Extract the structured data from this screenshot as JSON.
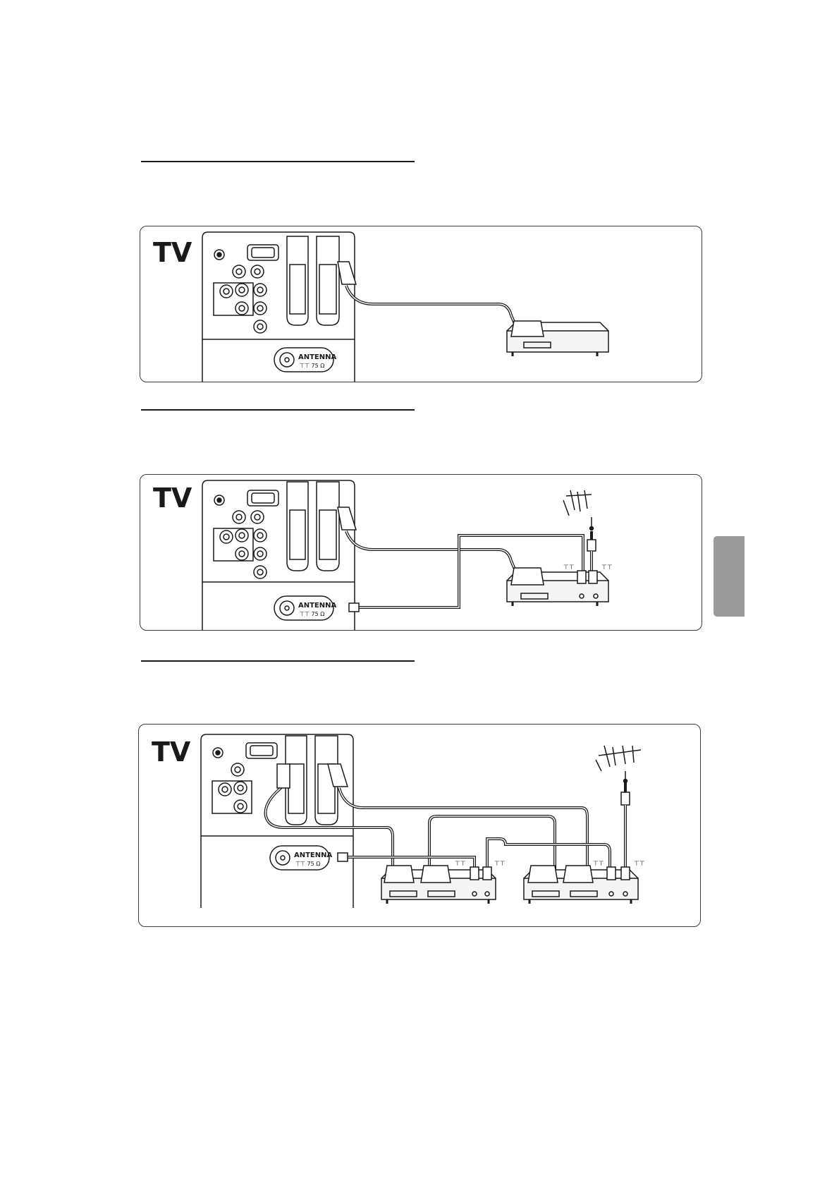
{
  "diagrams": [
    {
      "tv_label": "TV",
      "antenna_label": "ANTENNA",
      "antenna_symbol": "⊤⊤ 75 Ω"
    },
    {
      "tv_label": "TV",
      "antenna_label": "ANTENNA",
      "antenna_symbol": "⊤⊤ 75 Ω",
      "rf_symbols": [
        "⊤⊤",
        "⊤⊤"
      ]
    },
    {
      "tv_label": "TV",
      "antenna_label": "ANTENNA",
      "antenna_symbol": "⊤⊤ 75 Ω",
      "rf_symbols": [
        "⊤⊤",
        "⊤⊤",
        "⊤⊤",
        "⊤⊤"
      ]
    }
  ],
  "colors": {
    "line": "#1a1a1a",
    "panel_border": "#3a3a3a",
    "device_fill": "#f4f4f4",
    "tab": "#9a9a9a"
  }
}
